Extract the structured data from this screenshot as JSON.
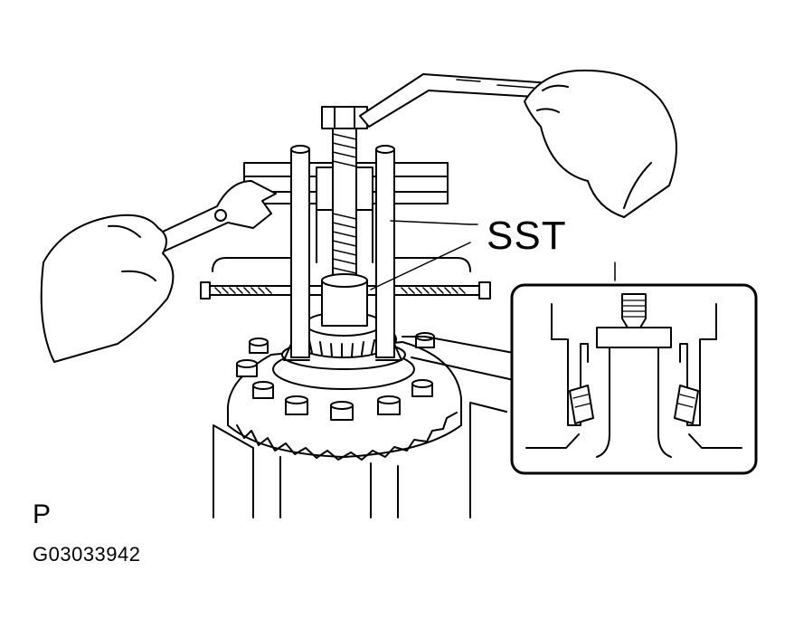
{
  "labels": {
    "sst": "SST",
    "view_code": "P",
    "figure_id": "G03033942"
  },
  "colors": {
    "line": "#000000",
    "background": "#ffffff"
  }
}
